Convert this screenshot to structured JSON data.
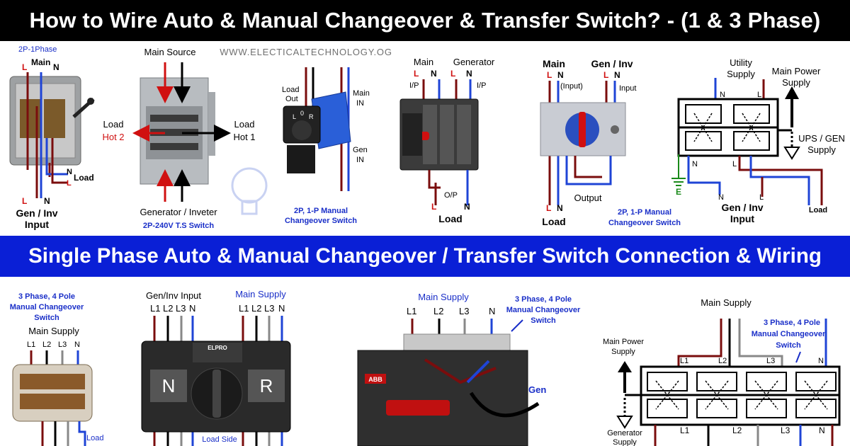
{
  "banner_top": "How to Wire Auto & Manual Changeover & Transfer Switch? - (1 & 3 Phase)",
  "banner_mid": "Single Phase Auto & Manual Changeover / Transfer Switch Connection & Wiring",
  "watermark": "WWW.ELECTICALTECHNOLOGY.OG",
  "colors": {
    "line": "#7a0d0d",
    "neutral": "#1f44d6",
    "accent": "#d01010",
    "blue_label": "#1a2fc8",
    "earth": "#1a8a1a",
    "banner_top_bg": "#000000",
    "banner_mid_bg": "#0a1fd6"
  },
  "panel1": {
    "title": "2P-1Phase",
    "main": "Main",
    "L": "L",
    "N": "N",
    "out_N": "N",
    "out_L": "L",
    "load": "Load",
    "bot_L": "L",
    "bot_N": "N",
    "caption1": "Gen / Inv",
    "caption2": "Input"
  },
  "panel2": {
    "main_source": "Main Source",
    "load_left": "Load",
    "hot2": "Hot 2",
    "load_right": "Load",
    "hot1": "Hot 1",
    "caption": "Generator / Inveter",
    "subcaption": "2P-240V T.S Switch"
  },
  "panel3": {
    "load_out1": "Load",
    "load_out2": "Out",
    "main_in1": "Main",
    "main_in2": "IN",
    "gen_in1": "Gen",
    "gen_in2": "IN",
    "dial_L": "L",
    "dial_0": "0",
    "dial_R": "R",
    "caption1": "2P, 1-P Manual",
    "caption2": "Changeover Switch"
  },
  "panel4": {
    "main": "Main",
    "generator": "Generator",
    "L1": "L",
    "N1": "N",
    "L2": "L",
    "N2": "N",
    "ip1": "I/P",
    "ip2": "I/P",
    "op": "O/P",
    "bot_L": "L",
    "bot_N": "N",
    "load": "Load"
  },
  "panel5": {
    "main": "Main",
    "L": "L",
    "N": "N",
    "input1": "(Input)",
    "gen_inv": "Gen / Inv",
    "L2": "L",
    "N2": "N",
    "input2": "Input",
    "output": "Output",
    "bot_L": "L",
    "bot_N": "N",
    "load": "Load",
    "caption1": "2P, 1-P Manual",
    "caption2": "Changeover Switch"
  },
  "panel6": {
    "utility1": "Utility",
    "utility2": "Supply",
    "main_power1": "Main Power",
    "main_power2": "Supply",
    "N_top": "N",
    "L_top": "L",
    "ups1": "UPS / GEN",
    "ups2": "Supply",
    "N_mid": "N",
    "L_mid": "L",
    "earth": "E",
    "N_bot": "N",
    "L_bot": "L",
    "caption1": "Gen / Inv",
    "caption2": "Input",
    "load": "Load"
  },
  "panel7": {
    "cap1": "3 Phase, 4 Pole",
    "cap2": "Manual Changeover",
    "cap3": "Switch",
    "main_supply": "Main Supply",
    "L1": "L1",
    "L2": "L2",
    "L3": "L3",
    "N": "N",
    "load": "Load"
  },
  "panel8": {
    "gen_input": "Gen/Inv Input",
    "main_supply": "Main Supply",
    "g_L1": "L1",
    "g_L2": "L2",
    "g_L3": "L3",
    "g_N": "N",
    "m_L1": "L1",
    "m_L2": "L2",
    "m_L3": "L3",
    "m_N": "N",
    "brand": "ELPRO",
    "N": "N",
    "R": "R",
    "load_side": "Load Side"
  },
  "panel9": {
    "main_supply": "Main Supply",
    "cap1": "3 Phase, 4 Pole",
    "cap2": "Manual Changeover",
    "cap3": "Switch",
    "L1": "L1",
    "L2": "L2",
    "L3": "L3",
    "N": "N",
    "gen": "Gen",
    "brand": "ABB"
  },
  "panel10": {
    "main_supply": "Main Supply",
    "cap1": "3 Phase, 4 Pole",
    "cap2": "Manual Changeover",
    "cap3": "Switch",
    "main_power1": "Main Power",
    "main_power2": "Supply",
    "gen1": "Generator",
    "gen2": "Supply",
    "t_L1": "L1",
    "t_L2": "L2",
    "t_L3": "L3",
    "t_N": "N",
    "b_L1": "L1",
    "b_L2": "L2",
    "b_L3": "L3",
    "b_N": "N"
  }
}
